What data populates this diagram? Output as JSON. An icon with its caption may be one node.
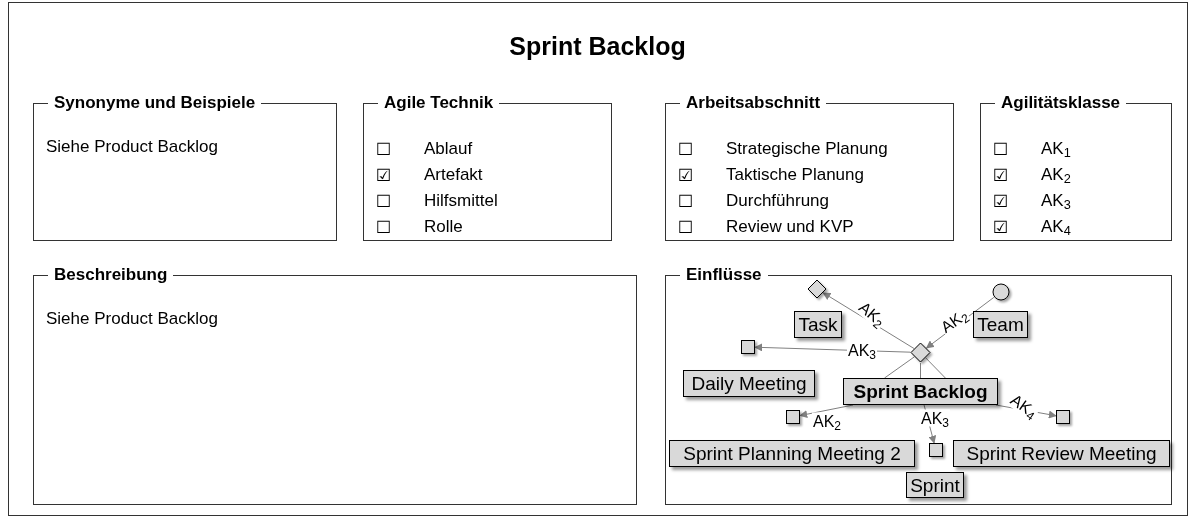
{
  "diagram": {
    "title": "Sprint Backlog",
    "nodes": [
      {
        "text": [
          "Synonyme und Beispiele",
          "Siehe Product Backlog"
        ]
      },
      {
        "text": [
          "Agile Technik",
          "☐",
          "Ablauf",
          "☑",
          "Artefakt",
          "☐",
          "Hilfsmittel",
          "☐",
          "Rolle"
        ]
      },
      {
        "text": [
          "Arbeitsabschnitt",
          "☐",
          "Strategische Planung",
          "☑",
          "Taktische Planung",
          "☐",
          "Durchführung",
          "☐",
          "Review und KVP"
        ]
      },
      {
        "text": [
          "Agilitätsklasse",
          "☐",
          "AK$_{1}$",
          "☑",
          "AK$_{2}$",
          "☑",
          "AK$_{3}$",
          "☑",
          "AK$_{4}$"
        ]
      },
      {
        "text": [
          "Beschreibung",
          "Siehe Product Backlog"
        ]
      },
      {
        "text": [
          "Einflüsse"
        ]
      },
      {
        "text": [],
        "shape": "diamond",
        "in": 5
      },
      {
        "text": [],
        "shape": "circle",
        "in": 5
      },
      {
        "text": [
          "Task"
        ],
        "in": 5
      },
      {
        "text": [
          "Team"
        ],
        "in": 5
      },
      {
        "text": [],
        "shape": "box",
        "in": 5
      },
      {
        "text": [],
        "shape": "diamond",
        "in": 5
      },
      {
        "text": [
          "Daily Meeting"
        ],
        "in": 5
      },
      {
        "text": [
          "Sprint Backlog"
        ],
        "in": 5
      },
      {
        "text": [],
        "shape": "box",
        "in": 5
      },
      {
        "text": [],
        "shape": "box",
        "in": 5
      },
      {
        "text": [],
        "shape": "box",
        "in": 5
      },
      {
        "text": [
          "Sprint Planning Meeting 2"
        ],
        "in": 5
      },
      {
        "text": [
          "Sprint Review Meeting"
        ],
        "in": 5
      },
      {
        "text": [
          "Sprint"
        ],
        "in": 5
      }
    ],
    "edges": [
      {
        "from": 11,
        "to": 6,
        "arrow": "to",
        "label": "AK$_{2}$"
      },
      {
        "from": 7,
        "to": 11,
        "arrow": "to",
        "label": "AK$_{2}$"
      },
      {
        "from": 11,
        "to": 10,
        "arrow": "to",
        "label": "AK$_{3}$"
      },
      {
        "from": 11,
        "to": 13,
        "arrow": "none"
      },
      {
        "from": 11,
        "to": 13,
        "arrow": "none"
      },
      {
        "from": 11,
        "to": 13,
        "arrow": "none"
      },
      {
        "from": 13,
        "to": 14,
        "arrow": "to",
        "label": "AK$_{2}$"
      },
      {
        "from": 13,
        "to": 16,
        "arrow": "to",
        "label": "AK$_{3}$"
      },
      {
        "from": 13,
        "to": 15,
        "arrow": "to",
        "label": "AK$_{4}$"
      }
    ]
  }
}
